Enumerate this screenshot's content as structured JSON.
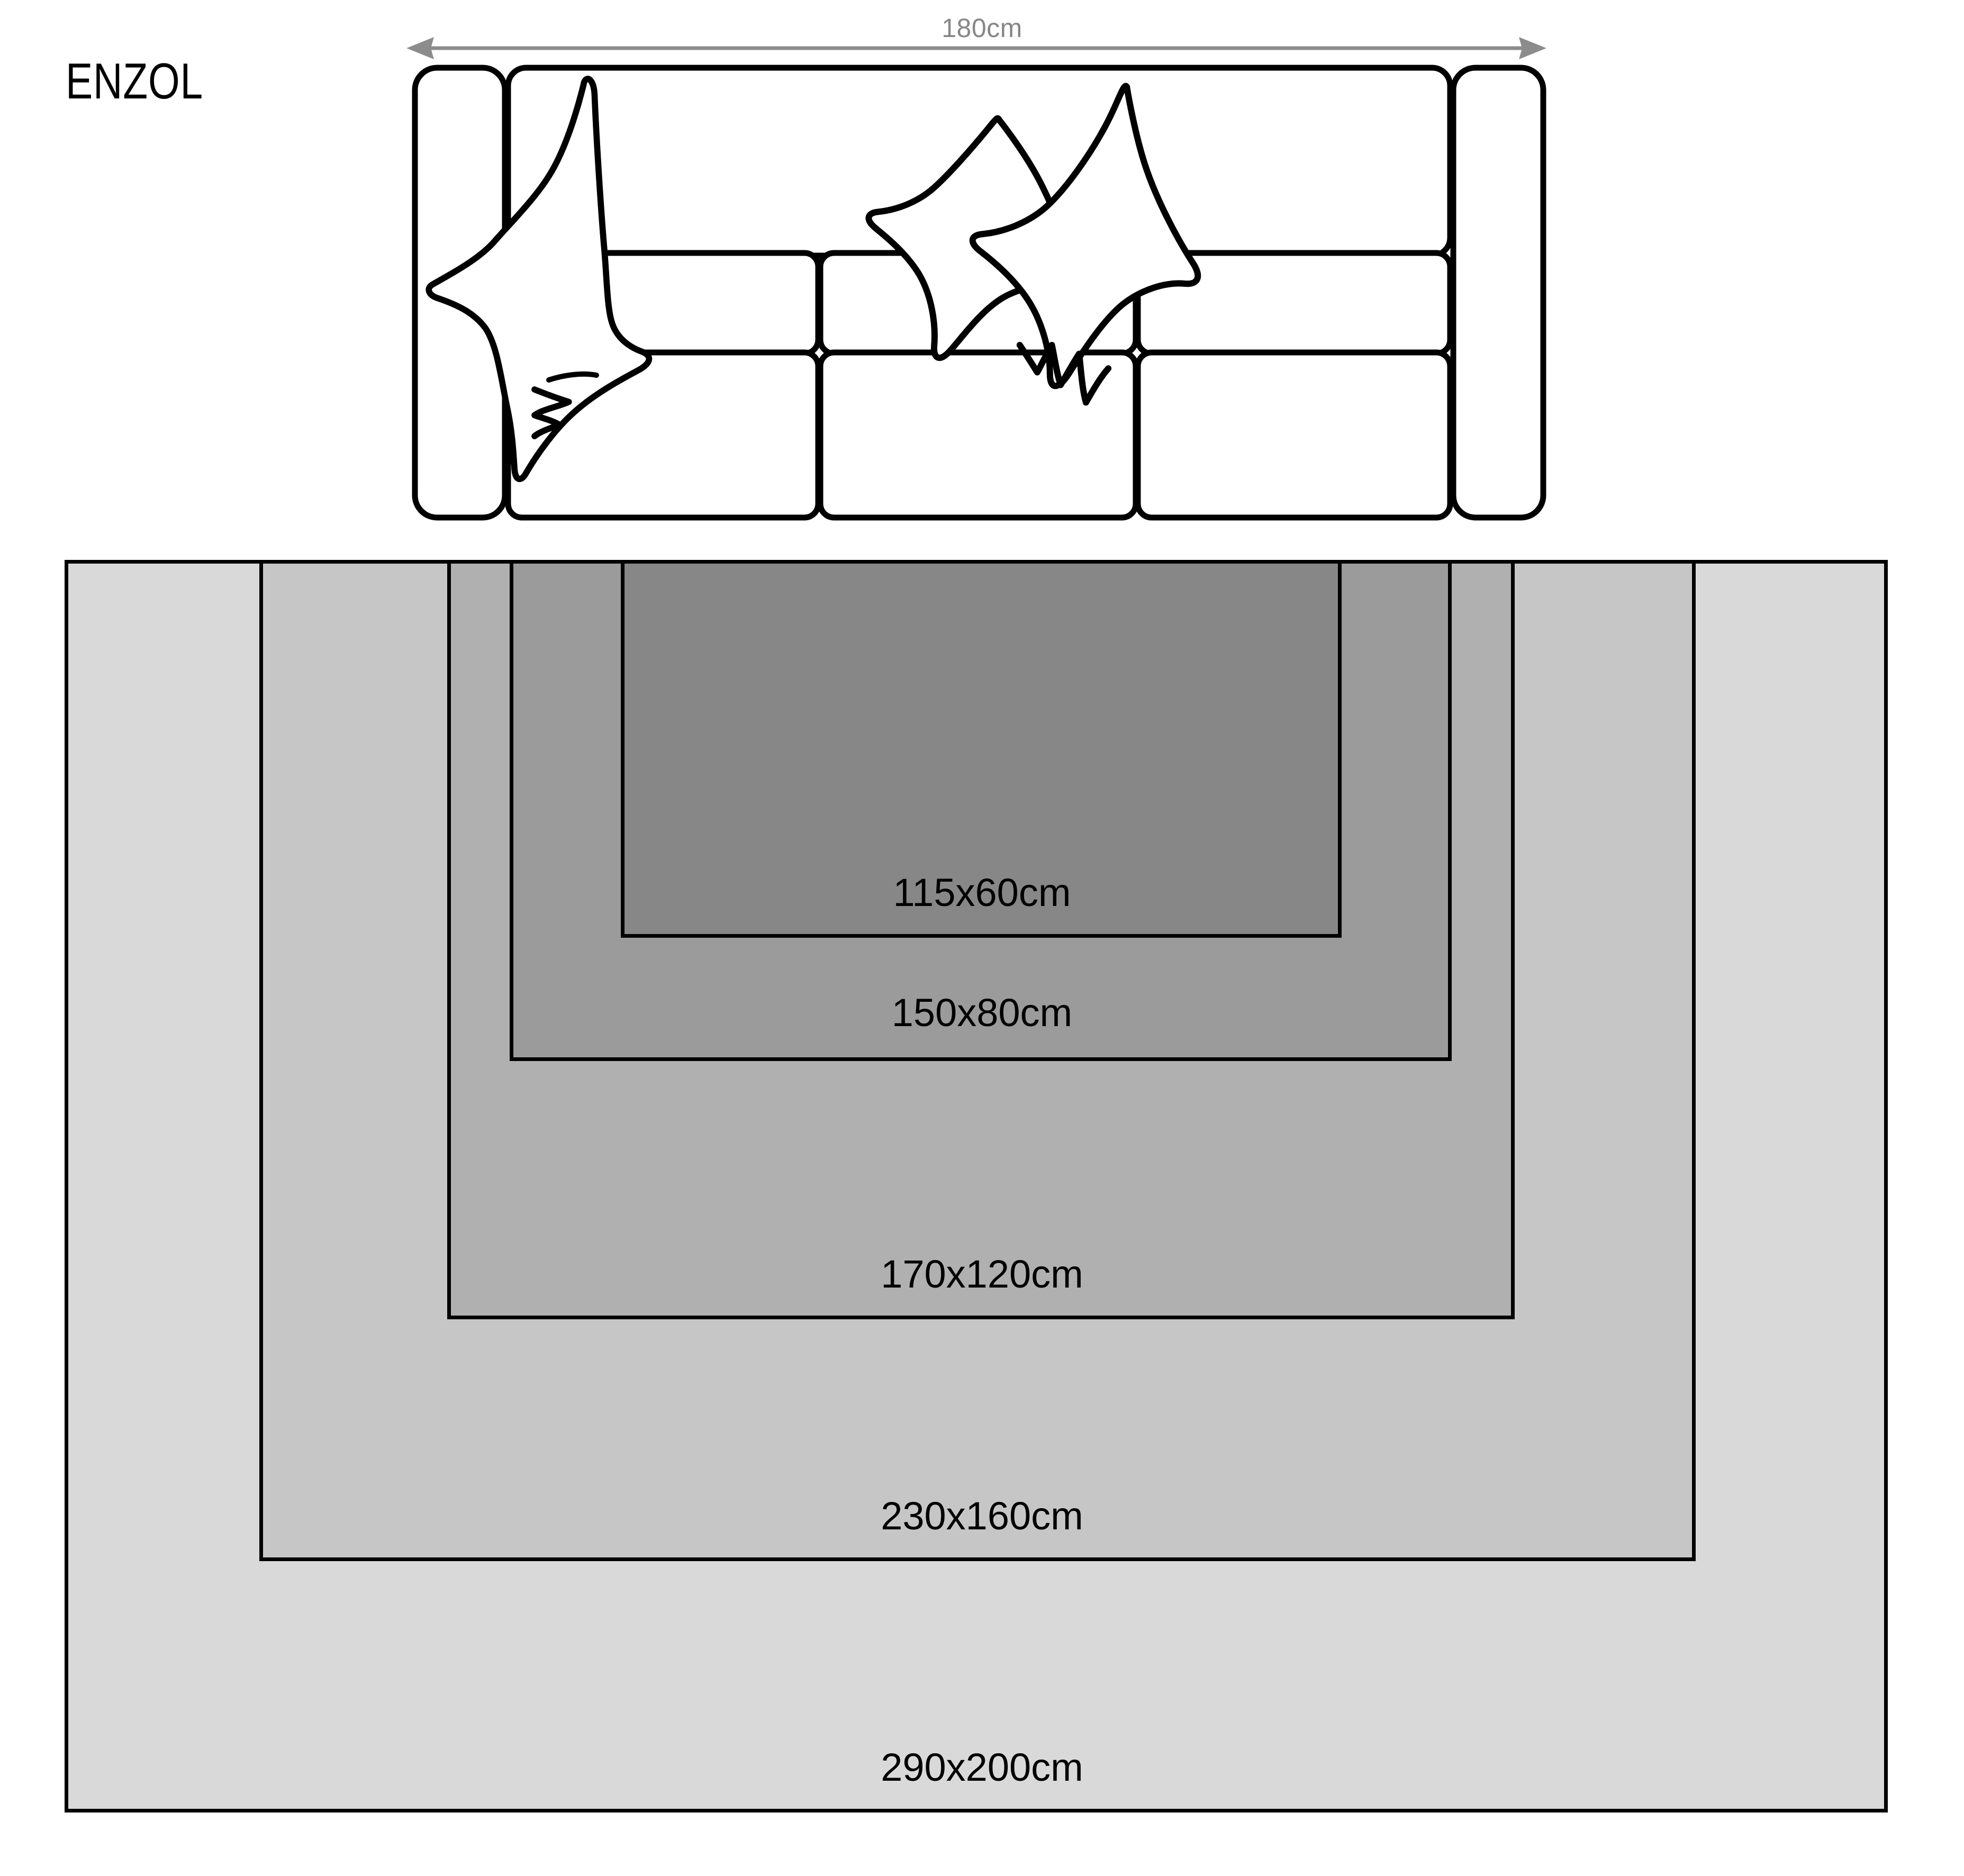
{
  "product": {
    "name": "ENZOL"
  },
  "sofa": {
    "width_label": "180cm",
    "dimension_arrow_icon": "double-headed-arrow-icon",
    "icon": "sofa-top-view-icon",
    "parts": {
      "left_armrest": "left-armrest",
      "right_armrest": "right-armrest",
      "backrest": "backrest",
      "seat_cushions": 3,
      "throw_pillows": 3
    }
  },
  "rug_sizes": [
    {
      "id": "rug-290",
      "label": "290x200cm",
      "color": "#d9d9d9"
    },
    {
      "id": "rug-230",
      "label": "230x160cm",
      "color": "#c6c6c6"
    },
    {
      "id": "rug-170",
      "label": "170x120cm",
      "color": "#b0b0b0"
    },
    {
      "id": "rug-150",
      "label": "150x80cm",
      "color": "#9b9b9b"
    },
    {
      "id": "rug-115",
      "label": "115x60cm",
      "color": "#878787"
    }
  ],
  "colors": {
    "outline": "#000000",
    "dimension_text": "#878787",
    "background": "#ffffff"
  }
}
